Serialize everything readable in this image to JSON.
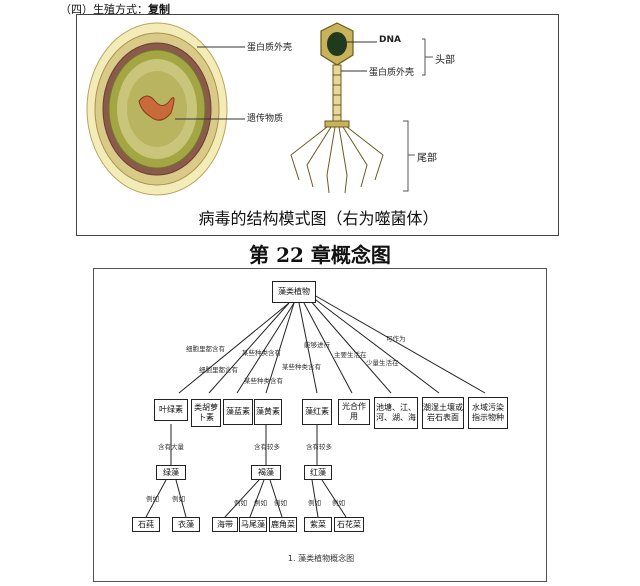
{
  "header": {
    "prefix": "（四）生殖方式：",
    "value": "复制"
  },
  "virus_figure": {
    "caption": "病毒的结构模式图（右为噬菌体）",
    "left_labels": {
      "shell": "蛋白质外壳",
      "genetic": "遗传物质"
    },
    "right_labels": {
      "dna": "DNA",
      "shell": "蛋白质外壳",
      "head": "头部",
      "tail": "尾部"
    }
  },
  "chapter_title": "第 22 章概念图",
  "concept_map": {
    "caption": "1. 藻类植物概念图",
    "root": "藻类植物",
    "level1": [
      "叶绿素",
      "类胡萝卜素",
      "藻蓝素",
      "藻黄素",
      "藻红素",
      "光合作用",
      "池塘、江、河、湖、海",
      "潮湿土壤或岩石表面",
      "水域污染指示物种"
    ],
    "level2": [
      "绿藻",
      "褐藻",
      "红藻"
    ],
    "level3": [
      "石莼",
      "衣藻",
      "海带",
      "马尾藻",
      "鹿角菜",
      "紫菜",
      "石花菜"
    ],
    "edge_labels": {
      "cells_contain": "细胞里都含有",
      "cells_contain2": "细胞里都含有",
      "some_contain": "某些种类含有",
      "some_contain2": "某些种类含有",
      "some_contain3": "某些种类含有",
      "can_do": "能够进行",
      "mainly_live": "主要生活在",
      "few_live": "少量生活在",
      "can_be": "可作为",
      "contains_much": "含有大量",
      "contains_more": "含有较多",
      "contains_more2": "含有较多",
      "eg": "例如"
    }
  }
}
